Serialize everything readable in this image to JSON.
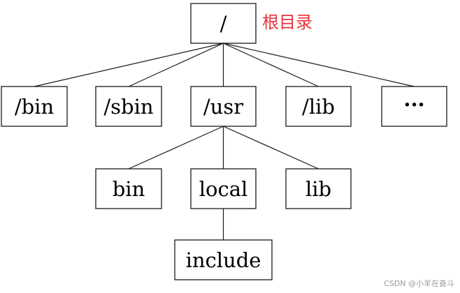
{
  "root_note": {
    "text": "根目录",
    "color": "#e8323c"
  },
  "nodes": {
    "root": "/",
    "bin": "/bin",
    "sbin": "/sbin",
    "usr": "/usr",
    "lib": "/lib",
    "more": "···",
    "usr_bin": "bin",
    "usr_local": "local",
    "usr_lib": "lib",
    "usr_local_include": "include"
  },
  "edges": [
    [
      "root",
      "bin"
    ],
    [
      "root",
      "sbin"
    ],
    [
      "root",
      "usr"
    ],
    [
      "root",
      "lib"
    ],
    [
      "root",
      "more"
    ],
    [
      "usr",
      "usr_bin"
    ],
    [
      "usr",
      "usr_local"
    ],
    [
      "usr",
      "usr_lib"
    ],
    [
      "usr_local",
      "usr_local_include"
    ]
  ],
  "watermark": "CSDN @小羊在奋斗"
}
